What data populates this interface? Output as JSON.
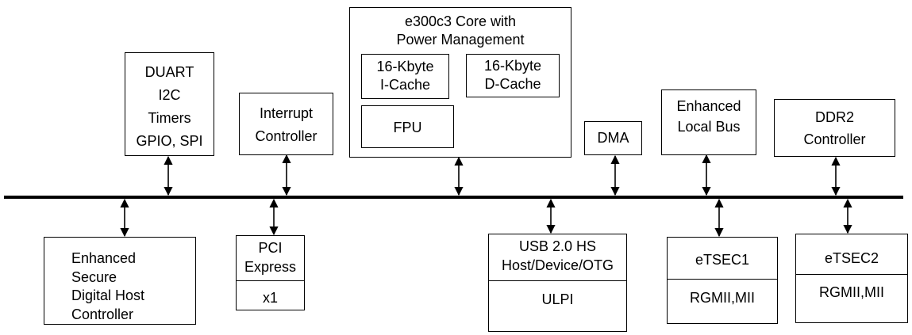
{
  "blocks": {
    "peripherals": {
      "lines": [
        "DUART",
        "I2C",
        "Timers",
        "GPIO, SPI"
      ]
    },
    "interrupt": {
      "lines": [
        "Interrupt",
        "Controller"
      ]
    },
    "core": {
      "title_lines": [
        "e300c3 Core with",
        "Power Management"
      ],
      "icache_lines": [
        "16-Kbyte",
        "I-Cache"
      ],
      "dcache_lines": [
        "16-Kbyte",
        "D-Cache"
      ],
      "fpu": "FPU"
    },
    "dma": "DMA",
    "elb": {
      "lines": [
        "Enhanced",
        "Local Bus"
      ]
    },
    "ddr2": {
      "lines": [
        "DDR2",
        "Controller"
      ]
    },
    "esdhc": {
      "lines": [
        "Enhanced",
        "Secure",
        "Digital Host",
        "Controller"
      ]
    },
    "pci": {
      "lines": [
        "PCI",
        "Express"
      ],
      "lanes": "x1"
    },
    "usb": {
      "lines": [
        "USB 2.0 HS",
        "Host/Device/OTG"
      ],
      "phy": "ULPI"
    },
    "etsec1": {
      "name": "eTSEC1",
      "iface": "RGMII,MII"
    },
    "etsec2": {
      "name": "eTSEC2",
      "iface": "RGMII,MII"
    }
  }
}
